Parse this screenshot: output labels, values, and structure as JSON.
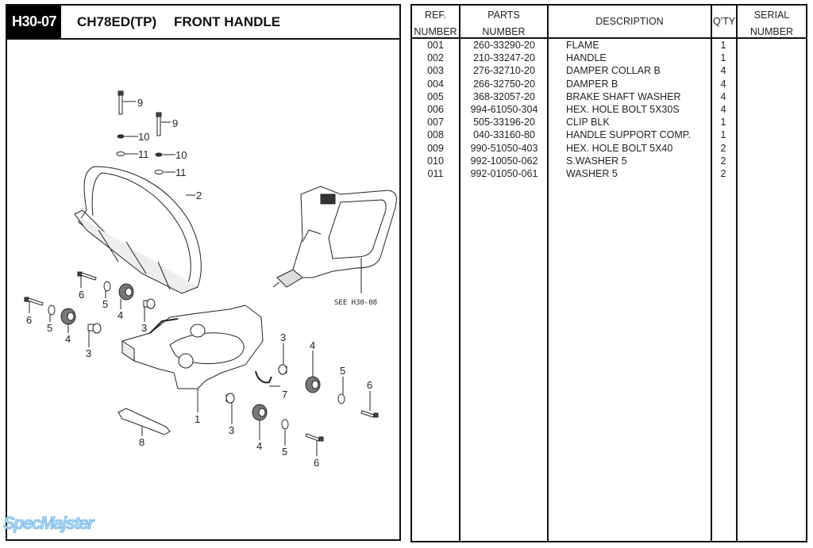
{
  "header": {
    "page_code": "H30-07",
    "model": "CH78ED(TP)",
    "title": "FRONT HANDLE"
  },
  "diagram": {
    "callouts": [
      "1",
      "2",
      "3",
      "4",
      "5",
      "6",
      "7",
      "8",
      "9",
      "10",
      "11"
    ],
    "reference_note": "SEE H30-08"
  },
  "table": {
    "columns": [
      {
        "line1": "REF.",
        "line2": "NUMBER"
      },
      {
        "line1": "PARTS",
        "line2": "NUMBER"
      },
      {
        "line1": "DESCRIPTION",
        "line2": ""
      },
      {
        "line1": "Q'TY",
        "line2": ""
      },
      {
        "line1": "SERIAL",
        "line2": "NUMBER"
      }
    ],
    "rows": [
      {
        "ref": "001",
        "part": "260-33290-20",
        "desc": "FLAME",
        "qty": "1"
      },
      {
        "ref": "002",
        "part": "210-33247-20",
        "desc": "HANDLE",
        "qty": "1"
      },
      {
        "ref": "003",
        "part": "276-32710-20",
        "desc": "DAMPER COLLAR B",
        "qty": "4"
      },
      {
        "ref": "004",
        "part": "266-32750-20",
        "desc": "DAMPER B",
        "qty": "4"
      },
      {
        "ref": "005",
        "part": "368-32057-20",
        "desc": "BRAKE SHAFT WASHER",
        "qty": "4"
      },
      {
        "ref": "006",
        "part": "994-61050-304",
        "desc": "HEX. HOLE BOLT 5X30S",
        "qty": "4"
      },
      {
        "ref": "007",
        "part": "505-33196-20",
        "desc": "CLIP BLK",
        "qty": "1"
      },
      {
        "ref": "008",
        "part": "040-33160-80",
        "desc": "HANDLE SUPPORT COMP.",
        "qty": "1"
      },
      {
        "ref": "009",
        "part": "990-51050-403",
        "desc": "HEX. HOLE BOLT 5X40",
        "qty": "2"
      },
      {
        "ref": "010",
        "part": "992-10050-062",
        "desc": "S.WASHER 5",
        "qty": "2"
      },
      {
        "ref": "011",
        "part": "992-01050-061",
        "desc": "WASHER 5",
        "qty": "2"
      }
    ]
  },
  "watermark": "SpecMajster"
}
